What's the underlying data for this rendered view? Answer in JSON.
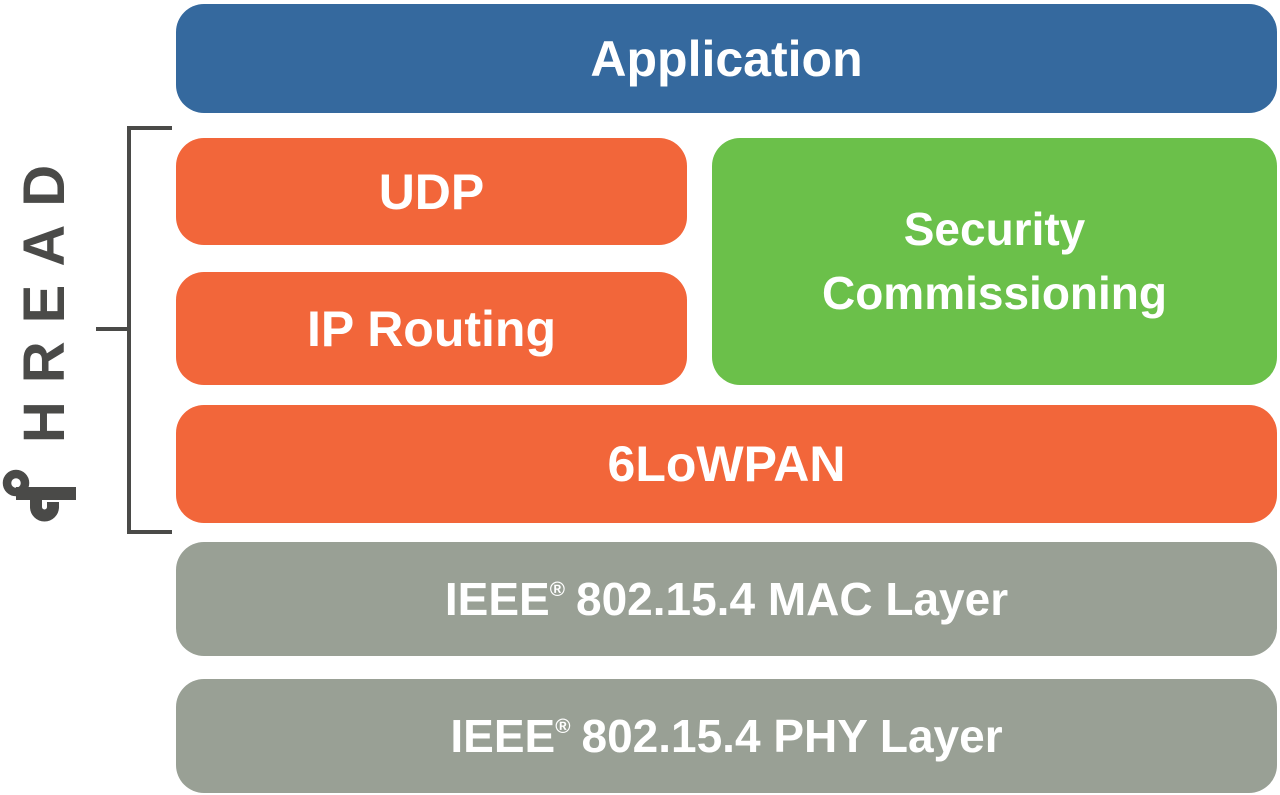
{
  "diagram": {
    "description": "Thread protocol stack diagram"
  },
  "brand": {
    "name": "THREAD",
    "wordmark_letters": "HREAD",
    "needle_icon": "thread-needle-icon",
    "text_color": "#4a4a48"
  },
  "colors": {
    "application_blue": "#35699e",
    "thread_orange": "#f2663a",
    "security_green": "#6bc04a",
    "ieee_gray": "#99a095",
    "bracket_dark": "#4a4a48",
    "label_white": "#ffffff",
    "background": "#ffffff"
  },
  "layers": {
    "application": {
      "label": "Application",
      "color": "#35699e"
    },
    "udp": {
      "label": "UDP",
      "color": "#f2663a"
    },
    "security": {
      "line1": "Security",
      "line2": "Commissioning",
      "color": "#6bc04a"
    },
    "ip_routing": {
      "label": "IP Routing",
      "color": "#f2663a"
    },
    "sixlowpan": {
      "label": "6LoWPAN",
      "color": "#f2663a"
    },
    "mac": {
      "prefix": "IEEE",
      "reg": "®",
      "suffix": "802.15.4 MAC Layer",
      "color": "#99a095"
    },
    "phy": {
      "prefix": "IEEE",
      "reg": "®",
      "suffix": "802.15.4 PHY Layer",
      "color": "#99a095"
    }
  }
}
